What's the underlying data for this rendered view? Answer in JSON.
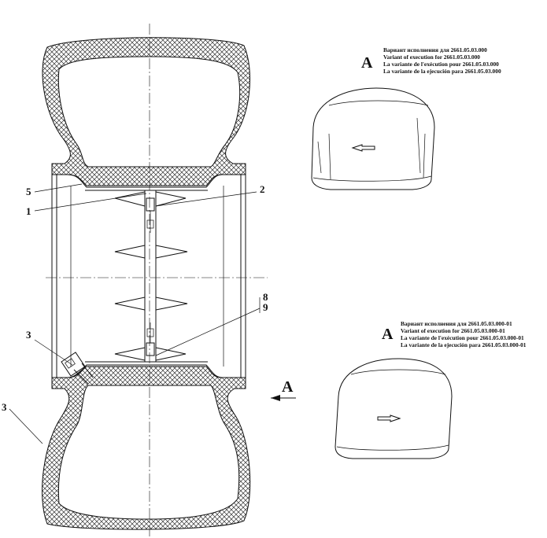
{
  "callouts": {
    "c1": "1",
    "c2": "2",
    "c3a": "3",
    "c3b": "3",
    "c5": "5",
    "c8": "8",
    "c9": "9"
  },
  "view_marker": "A",
  "variant_a": {
    "letter": "A",
    "lines": [
      "Вариант исполнения для 2661.05.03.000",
      "Variant of execution for 2661.05.03.000",
      "La variante de l'exécution pour 2661.05.03.000",
      "La variante de la ejecución para 2661.05.03.000"
    ]
  },
  "variant_b": {
    "letter": "A",
    "lines": [
      "Вариант исполнения для 2661.05.03.000-01",
      "Variant of execution for 2661.05.03.000-01",
      "La variante de l'exécution pour 2661.05.03.000-01",
      "La variante de la ejecución para 2661.05.03.000-01"
    ]
  }
}
